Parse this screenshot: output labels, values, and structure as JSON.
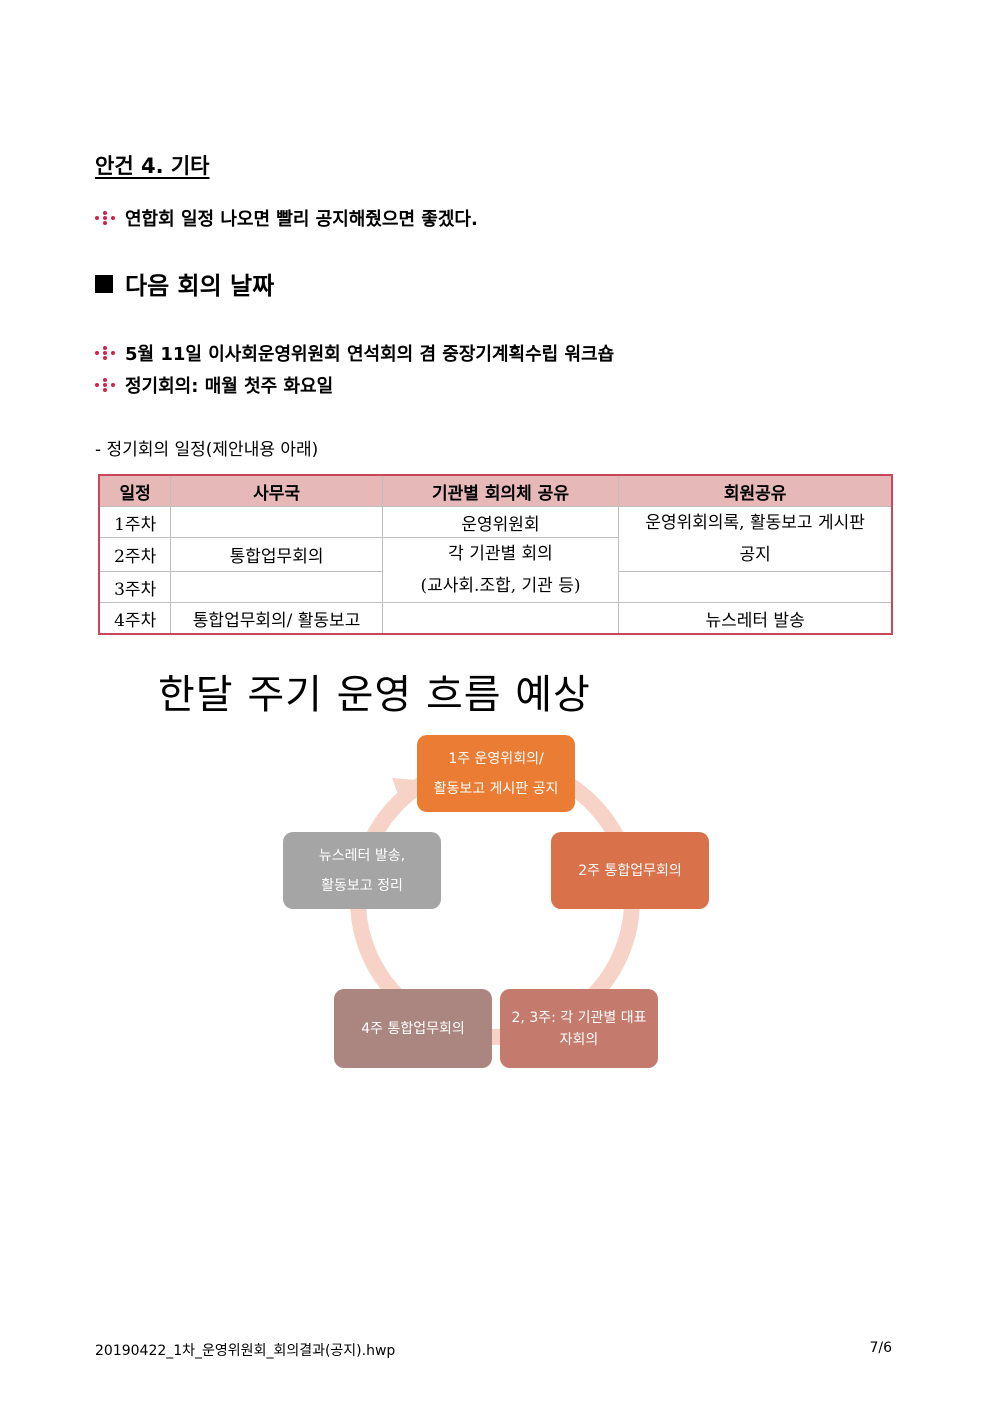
{
  "agenda": {
    "title": "안건 4. 기타",
    "bullet1": "연합회 일정 나오면 빨리 공지해줬으면 좋겠다."
  },
  "next_meeting": {
    "heading": "다음 회의 날짜",
    "bullet1": "5월 11일 이사회운영위원회 연석회의 겸 중장기계획수립 워크숍",
    "bullet2": "정기회의: 매월 첫주 화요일",
    "note": "- 정기회의 일정(제안내용 아래)"
  },
  "table": {
    "headers": [
      "일정",
      "사무국",
      "기관별 회의체 공유",
      "회원공유"
    ],
    "rows": {
      "r1_week": "1주차",
      "r2_week": "2주차",
      "r3_week": "3주차",
      "r4_week": "4주차",
      "r2_office": "통합업무회의",
      "r4_office": "통합업무회의/ 활동보고",
      "r1_agency": "운영위원회",
      "r23_agency_line1": "각 기관별 회의",
      "r23_agency_line2": "(교사회.조합, 기관 등)",
      "r12_member_line1": "운영위회의록, 활동보고 게시판",
      "r12_member_line2": "공지",
      "r4_member": "뉴스레터 발송"
    }
  },
  "cycle": {
    "title": "한달 주기 운영 흐름 예상",
    "node1_line1": "1주 운영위회의/",
    "node1_line2": "활동보고 게시판 공지",
    "node2": "2주 통합업무회의",
    "node3_line1": "2, 3주: 각 기관별 대표",
    "node3_line2": "자회의",
    "node4": "4주 통합업무회의",
    "node5_line1": "뉴스레터 발송,",
    "node5_line2": "활동보고 정리",
    "colors": {
      "node1": "#ea7c33",
      "node2": "#d9714a",
      "node3": "#c47a6c",
      "node4": "#ab8680",
      "node5": "#a5a5a5",
      "ring": "#f6d3c6"
    }
  },
  "footer": {
    "filename": "20190422_1차_운영위원회_회의결과(공지).hwp",
    "page": "7/6"
  }
}
